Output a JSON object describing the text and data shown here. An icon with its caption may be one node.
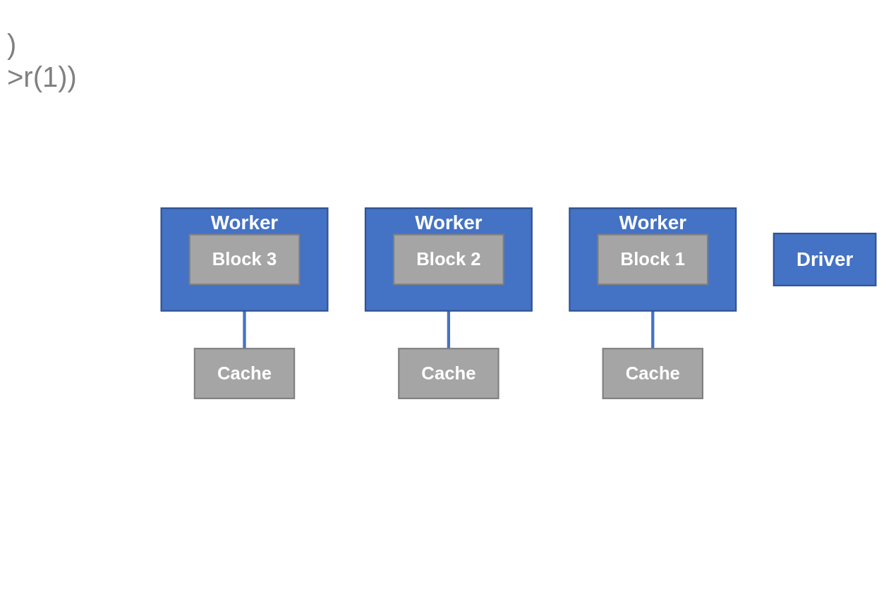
{
  "diagram": {
    "nodes": [
      {
        "text": [
          "Driver"
        ]
      },
      {
        "text": [
          "Worker"
        ]
      },
      {
        "text": [
          "Block 1"
        ],
        "in": 1
      },
      {
        "text": [
          "Cache"
        ]
      },
      {
        "text": [
          "Worker"
        ]
      },
      {
        "text": [
          "Block 2"
        ],
        "in": 4
      },
      {
        "text": [
          "Cache"
        ]
      },
      {
        "text": [
          "Worker"
        ]
      },
      {
        "text": [
          "Block 3"
        ],
        "in": 7
      },
      {
        "text": [
          "Cache"
        ]
      }
    ],
    "edges": [
      {
        "from": 1,
        "to": 3,
        "arrow": "none"
      },
      {
        "from": 4,
        "to": 6,
        "arrow": "none"
      },
      {
        "from": 7,
        "to": 9,
        "arrow": "none"
      }
    ],
    "labels": [
      ")",
      ">r(1))"
    ]
  }
}
